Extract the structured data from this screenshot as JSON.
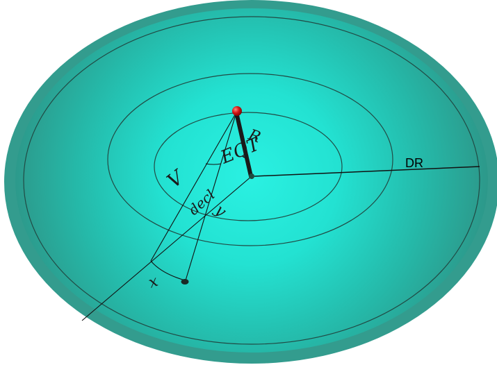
{
  "labels": {
    "r": "R",
    "eqt": "EQT",
    "dr": "DR",
    "v": "V",
    "decl": "decl",
    "y": "y",
    "x": "x"
  },
  "colors": {
    "disk_outer": "#2e9f8f",
    "disk_center": "#2af1e2",
    "rim_band": "#339c8e",
    "ring_stroke": "#214a44",
    "line": "#111111",
    "pointer": "#1a1a1a",
    "planet": "#cc1010"
  }
}
